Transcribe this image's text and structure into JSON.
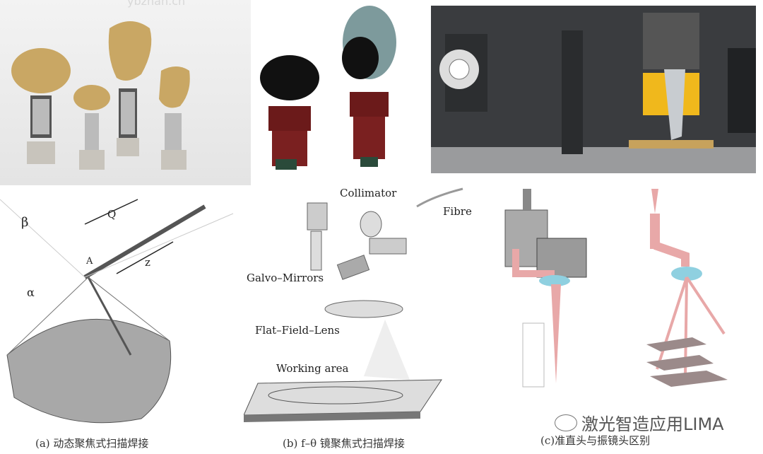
{
  "photos": {
    "mirrors_gold": {
      "watermark": "ybzhan.cn"
    },
    "mirrors_black": {},
    "machine": {}
  },
  "diagram_a": {
    "labels": {
      "beta": "β",
      "alpha": "α",
      "q": "Q",
      "z": "z",
      "a": "A"
    },
    "caption": "(a) 动态聚焦式扫描焊接"
  },
  "diagram_b": {
    "labels": {
      "collimator": "Collimator",
      "fibre": "Fibre",
      "galvo": "Galvo–Mirrors",
      "lens": "Flat–Field–Lens",
      "working": "Working area"
    },
    "caption": "(b) f–θ 镜聚焦式扫描焊接"
  },
  "diagram_c": {
    "caption": "(c)准直头与振镜头区别"
  },
  "watermark": {
    "text": "激光智造应用LIMA"
  },
  "colors": {
    "gold": "#c9a764",
    "machine_dark": "#3a3c3f",
    "yellow": "#f0b81c",
    "beam": "#e8a8a8",
    "cyan": "#8fd0e0"
  }
}
